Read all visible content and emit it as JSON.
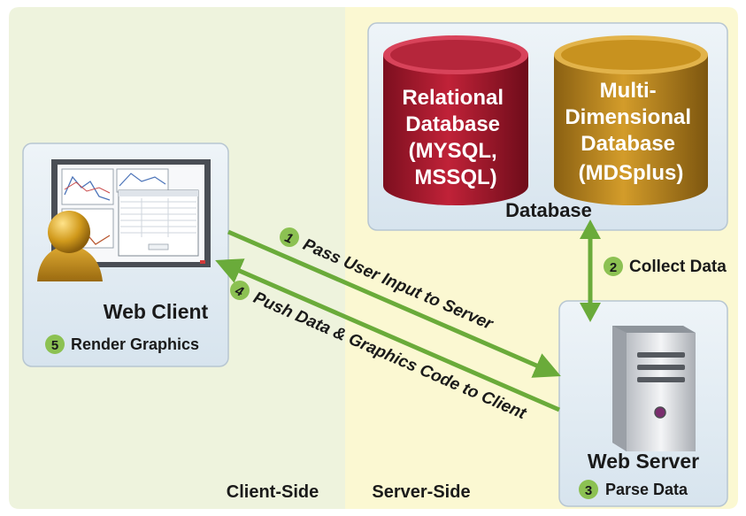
{
  "regions": {
    "client_label": "Client-Side",
    "server_label": "Server-Side"
  },
  "database": {
    "title": "Database",
    "relational": {
      "lines": [
        "Relational",
        "Database",
        "(MYSQL,",
        "MSSQL)"
      ]
    },
    "multidim": {
      "lines": [
        "Multi-",
        "Dimensional",
        "Database",
        "(MDSplus)"
      ]
    }
  },
  "web_client": {
    "title": "Web Client",
    "step": {
      "num": "5",
      "label": "Render Graphics"
    }
  },
  "web_server": {
    "title": "Web Server",
    "step": {
      "num": "3",
      "label": "Parse Data"
    }
  },
  "flows": {
    "pass_input": {
      "num": "1",
      "label": "Pass User Input to Server"
    },
    "collect": {
      "num": "2",
      "label": "Collect Data"
    },
    "push_data": {
      "num": "4",
      "label": "Push Data & Graphics Code to Client"
    }
  },
  "colors": {
    "client_bg": "#eef3dd",
    "server_bg": "#fbf8d2",
    "arrow_green": "#6aab3a",
    "badge_green": "#8cc152",
    "relational_red": "#a51c30",
    "multidim_gold": "#c08a1d",
    "text_dark": "#1a1a1a"
  }
}
